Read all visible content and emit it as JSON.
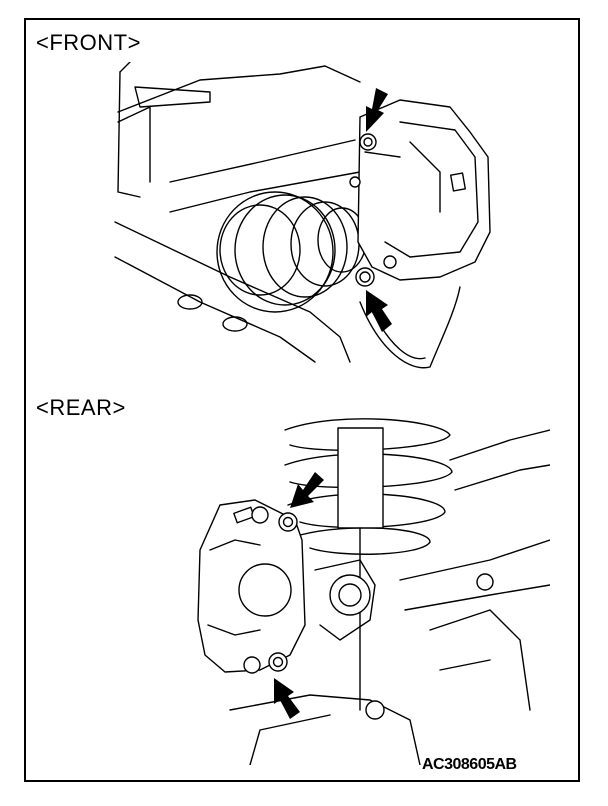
{
  "labels": {
    "front": "<FRONT>",
    "rear": "<REAR>",
    "figure_code": "AC308605AB"
  },
  "colors": {
    "line": "#000000",
    "background": "#ffffff"
  }
}
